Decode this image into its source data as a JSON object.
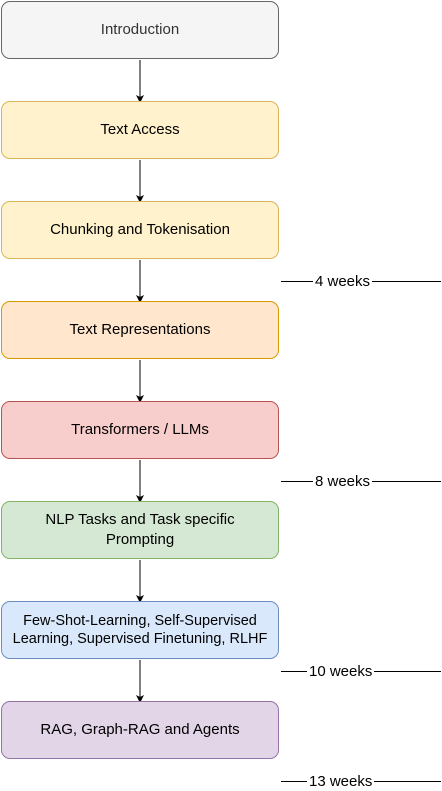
{
  "nodes": [
    {
      "label": "Introduction"
    },
    {
      "label": "Text Access"
    },
    {
      "label": "Chunking and Tokenisation"
    },
    {
      "label": "Text Representations"
    },
    {
      "label": "Transformers / LLMs"
    },
    {
      "label": "NLP Tasks and Task specific Prompting"
    },
    {
      "label": "Few-Shot-Learning, Self-Supervised Learning, Supervised Finetuning, RLHF"
    },
    {
      "label": "RAG, Graph-RAG and Agents"
    }
  ],
  "milestones": [
    {
      "label": "4 weeks"
    },
    {
      "label": "8 weeks"
    },
    {
      "label": "10 weeks"
    },
    {
      "label": "13 weeks"
    }
  ],
  "colors": {
    "introduction_fill": "#f5f5f5",
    "yellow_fill": "#fff2cc",
    "orange_fill": "#ffe6cc",
    "red_fill": "#f8cecc",
    "green_fill": "#d5e8d4",
    "blue_fill": "#dae8fc",
    "purple_fill": "#e1d5e7"
  }
}
